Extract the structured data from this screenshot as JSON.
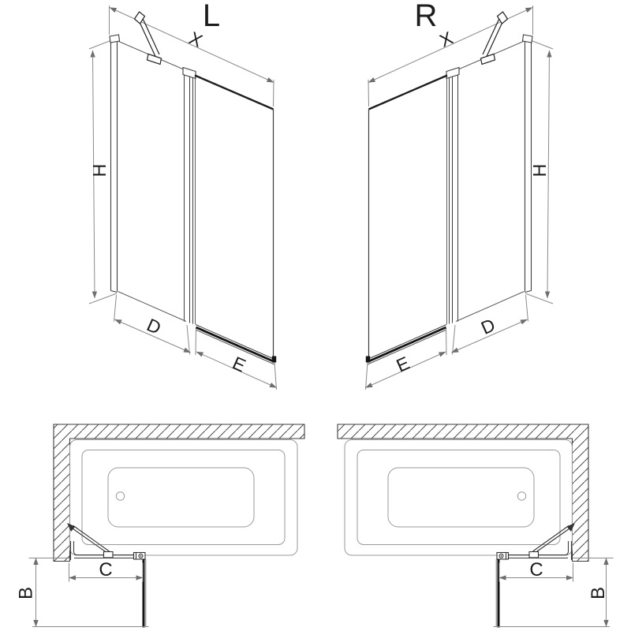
{
  "drawing": {
    "type": "bath-screen installation diagram",
    "background_color": "#ffffff",
    "colors": {
      "outline": "#3c3c3c",
      "dimension_line": "#8a8a8a",
      "thick_frame": "#141414",
      "bathtub_line": "#9a9a9a"
    },
    "views": {
      "front_left": {
        "title": "L",
        "width_label": "X",
        "height_label": "H",
        "fixed_panel_label": "D",
        "door_panel_label": "E"
      },
      "front_right": {
        "title": "R",
        "width_label": "X",
        "height_label": "H",
        "fixed_panel_label": "D",
        "door_panel_label": "E"
      },
      "plan_left": {
        "wall_clearance_label": "C",
        "door_swing_label": "B"
      },
      "plan_right": {
        "wall_clearance_label": "C",
        "door_swing_label": "B"
      }
    }
  }
}
